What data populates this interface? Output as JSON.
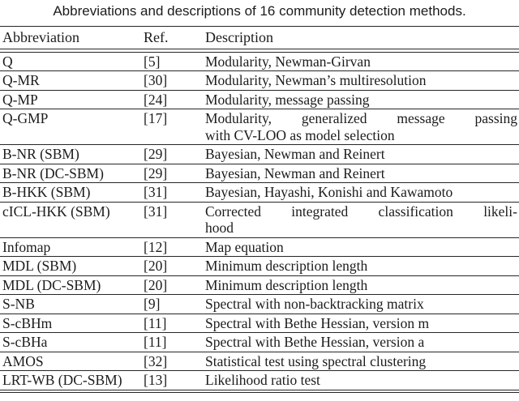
{
  "caption": "Abbreviations and descriptions of 16 community detection methods.",
  "table": {
    "headers": [
      "Abbreviation",
      "Ref.",
      "Description"
    ],
    "rows": [
      {
        "abbr": "Q",
        "ref": "[5]",
        "desc": [
          "Modularity, Newman-Girvan"
        ]
      },
      {
        "abbr": "Q-MR",
        "ref": "[30]",
        "desc": [
          "Modularity, Newman’s multiresolution"
        ]
      },
      {
        "abbr": "Q-MP",
        "ref": "[24]",
        "desc": [
          "Modularity, message passing"
        ]
      },
      {
        "abbr": "Q-GMP",
        "ref": "[17]",
        "desc": [
          "Modularity, generalized message passing",
          "with CV-LOO as model selection"
        ]
      },
      {
        "abbr": "B-NR (SBM)",
        "ref": "[29]",
        "desc": [
          "Bayesian, Newman and Reinert"
        ]
      },
      {
        "abbr": "B-NR (DC-SBM)",
        "ref": "[29]",
        "desc": [
          "Bayesian, Newman and Reinert"
        ]
      },
      {
        "abbr": "B-HKK (SBM)",
        "ref": "[31]",
        "desc": [
          "Bayesian, Hayashi, Konishi and Kawamoto"
        ]
      },
      {
        "abbr": "cICL-HKK (SBM)",
        "ref": "[31]",
        "desc": [
          "Corrected integrated classification likeli-",
          "hood"
        ]
      },
      {
        "abbr": "Infomap",
        "ref": "[12]",
        "desc": [
          "Map equation"
        ]
      },
      {
        "abbr": "MDL (SBM)",
        "ref": "[20]",
        "desc": [
          "Minimum description length"
        ]
      },
      {
        "abbr": "MDL (DC-SBM)",
        "ref": "[20]",
        "desc": [
          "Minimum description length"
        ]
      },
      {
        "abbr": "S-NB",
        "ref": "[9]",
        "desc": [
          "Spectral with non-backtracking matrix"
        ]
      },
      {
        "abbr": "S-cBHm",
        "ref": "[11]",
        "desc": [
          "Spectral with Bethe Hessian, version m"
        ]
      },
      {
        "abbr": "S-cBHa",
        "ref": "[11]",
        "desc": [
          "Spectral with Bethe Hessian, version a"
        ]
      },
      {
        "abbr": "AMOS",
        "ref": "[32]",
        "desc": [
          "Statistical test using spectral clustering"
        ]
      },
      {
        "abbr": "LRT-WB (DC-SBM)",
        "ref": "[13]",
        "desc": [
          "Likelihood ratio test"
        ]
      }
    ]
  }
}
